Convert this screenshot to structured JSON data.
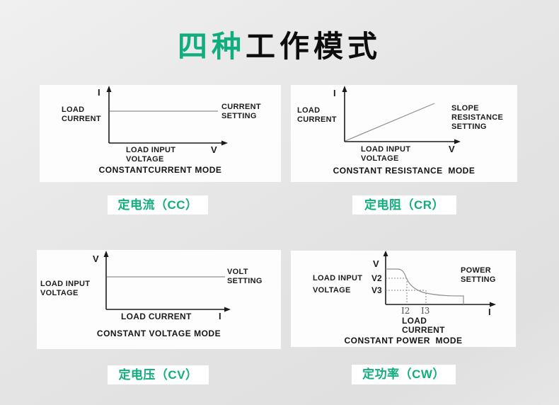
{
  "title": {
    "green": "四种",
    "black": "工作模式"
  },
  "colors": {
    "accent_green": "#12ad7e",
    "axis_black": "#1b1b1b",
    "line_gray": "#909090",
    "panel_bg": "#fdfdfd"
  },
  "cc": {
    "axis_y": "I",
    "axis_x": "V",
    "left": [
      "LOAD",
      "CURRENT"
    ],
    "right": [
      "CURRENT",
      "SETTING"
    ],
    "xcap": [
      "LOAD INPUT",
      "VOLTAGE"
    ],
    "caption": "CONSTANTCURRENT MODE",
    "badge": "定电流（CC）",
    "curve": "horizontal constant-current line"
  },
  "cr": {
    "axis_y": "I",
    "axis_x": "V",
    "left": [
      "LOAD",
      "CURRENT"
    ],
    "right": [
      "SLOPE",
      "RESISTANCE",
      "SETTING"
    ],
    "xcap": [
      "LOAD INPUT",
      "VOLTAGE"
    ],
    "caption": "CONSTANT RESISTANCE  MODE",
    "badge": "定电阻（CR）",
    "curve": "diagonal line from origin"
  },
  "cv": {
    "axis_y": "V",
    "axis_x": "I",
    "left": [
      "LOAD INPUT",
      "VOLTAGE"
    ],
    "right": [
      "VOLT",
      "SETTING"
    ],
    "xcap": [
      "LOAD CURRENT"
    ],
    "caption": "CONSTANT VOLTAGE MODE",
    "badge": "定电压（CV）",
    "curve": "horizontal constant-voltage line"
  },
  "cw": {
    "axis_y": "V",
    "axis_x": "I",
    "left": [
      "LOAD INPUT",
      "VOLTAGE"
    ],
    "ticks": {
      "v2": "V2",
      "v3": "V3",
      "i2": "I2",
      "i3": "I3"
    },
    "right": [
      "POWER",
      "SETTING"
    ],
    "xcap": [
      "LOAD",
      "CURRENT"
    ],
    "caption": "CONSTANT POWER  MODE",
    "badge": "定功率（CW）",
    "curve": "hyperbolic constant-power curve with dotted guides V2-I2 and V3-I3"
  }
}
